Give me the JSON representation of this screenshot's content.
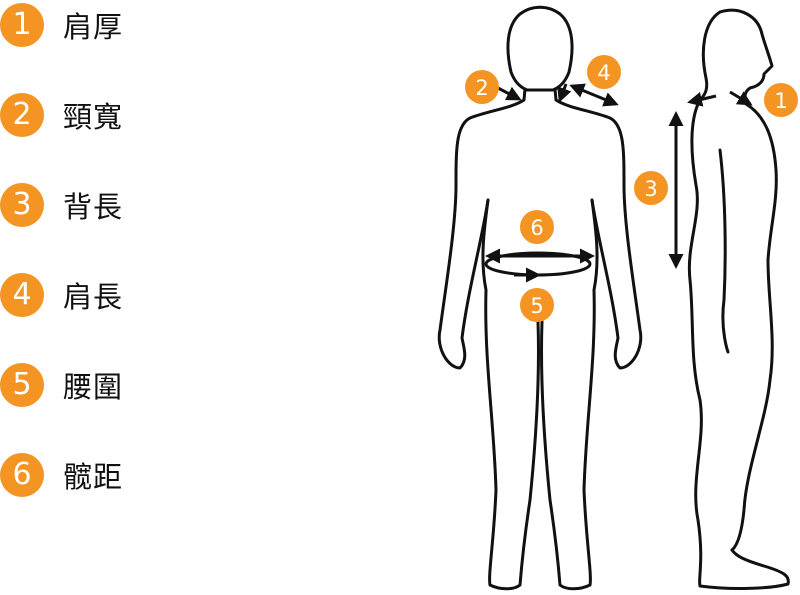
{
  "accent_color": "#F39423",
  "legend": [
    {
      "number": "1",
      "label": "肩厚"
    },
    {
      "number": "2",
      "label": "頸寬"
    },
    {
      "number": "3",
      "label": "背長"
    },
    {
      "number": "4",
      "label": "肩長"
    },
    {
      "number": "5",
      "label": "腰圍"
    },
    {
      "number": "6",
      "label": "髋距"
    }
  ],
  "diagram": {
    "front_view_markers": [
      "2",
      "4",
      "6",
      "5"
    ],
    "side_view_markers": [
      "1",
      "3"
    ]
  }
}
